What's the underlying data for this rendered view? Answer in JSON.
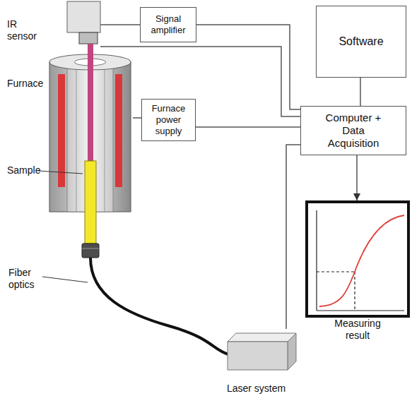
{
  "diagram": {
    "nodes": [
      {
        "text": [
          "IR sensor"
        ]
      },
      {
        "text": [
          "Signal amplifier"
        ]
      },
      {
        "text": [
          "Software"
        ]
      },
      {
        "text": [
          "Computer + Data Acquisition"
        ]
      },
      {
        "text": [
          "Furnace"
        ]
      },
      {
        "text": [
          "Furnace power supply"
        ]
      },
      {
        "text": [
          "Laser system"
        ]
      },
      {
        "text": [
          "Measuring result"
        ]
      }
    ],
    "edges": [
      {
        "from": 0,
        "to": 1,
        "arrow": "none"
      },
      {
        "from": 1,
        "to": 3,
        "arrow": "none"
      },
      {
        "from": 0,
        "to": 3,
        "arrow": "none"
      },
      {
        "from": 4,
        "to": 5,
        "arrow": "none"
      },
      {
        "from": 5,
        "to": 3,
        "arrow": "none"
      },
      {
        "from": 6,
        "to": 3,
        "arrow": "none"
      },
      {
        "from": 2,
        "to": 3,
        "arrow": "none"
      },
      {
        "from": 3,
        "to": 7,
        "arrow": "to"
      }
    ],
    "labels": [
      "Sample",
      "Fiber optics"
    ]
  }
}
